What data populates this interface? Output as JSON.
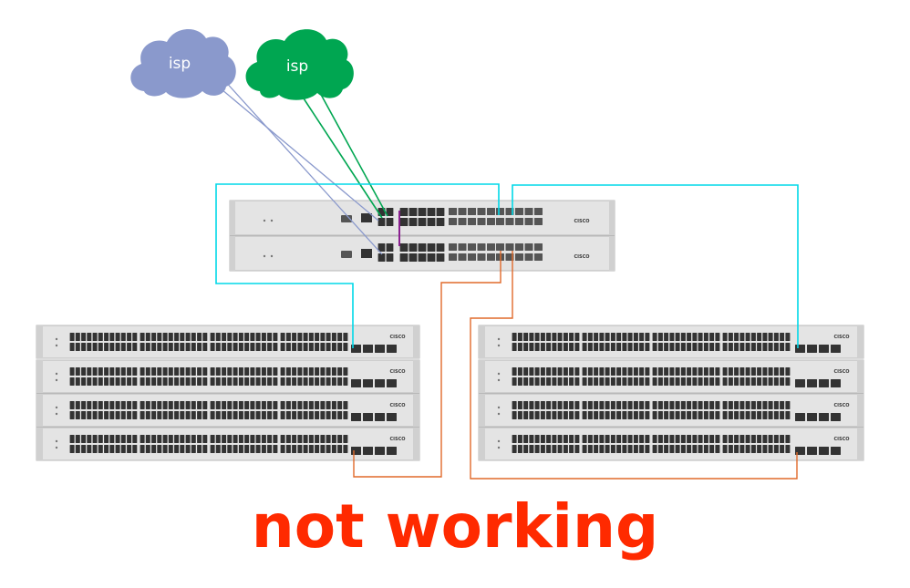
{
  "clouds": [
    {
      "label": "isp",
      "color": "#8a99cc"
    },
    {
      "label": "isp",
      "color": "#00a651"
    }
  ],
  "brand": "CISCO",
  "colors": {
    "isp_link_1": "#8a99cc",
    "isp_link_2": "#00a651",
    "cyan_link": "#00d8e8",
    "orange_link": "#e06a2a",
    "stack_link": "#8a2090",
    "status_text": "#ff2a00",
    "chassis": "#e4e4e4",
    "port": "#333333"
  },
  "status": {
    "text": "not working"
  }
}
